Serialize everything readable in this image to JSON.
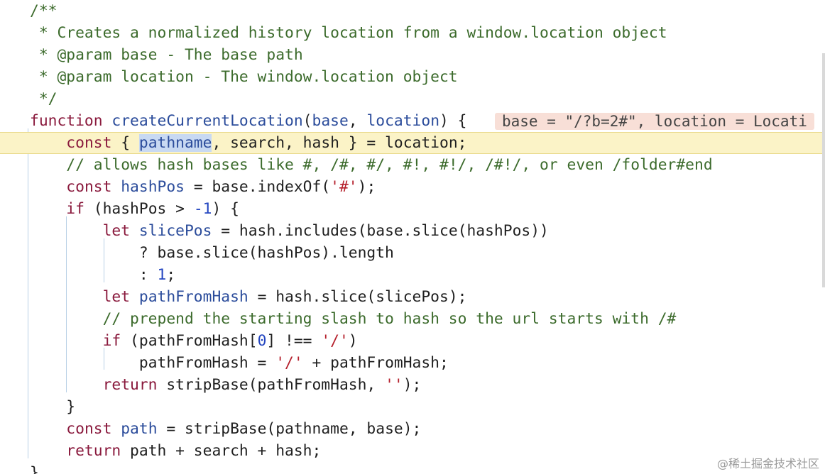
{
  "editor": {
    "lines": [
      [
        {
          "t": "/**",
          "c": "com"
        }
      ],
      [
        {
          "t": " * Creates a normalized history location from a window.location object",
          "c": "com"
        }
      ],
      [
        {
          "t": " * @param base - The base path",
          "c": "com"
        }
      ],
      [
        {
          "t": " * @param location - The window.location object",
          "c": "com"
        }
      ],
      [
        {
          "t": " */",
          "c": "com"
        }
      ],
      [
        {
          "t": "function ",
          "c": "kw"
        },
        {
          "t": "createCurrentLocation",
          "c": "def"
        },
        {
          "t": "(",
          "c": "plain"
        },
        {
          "t": "base",
          "c": "def"
        },
        {
          "t": ", ",
          "c": "plain"
        },
        {
          "t": "location",
          "c": "def"
        },
        {
          "t": ") {",
          "c": "plain"
        }
      ],
      [
        {
          "t": "    ",
          "c": "plain"
        },
        {
          "t": "const",
          "c": "kw"
        },
        {
          "t": " { ",
          "c": "plain"
        },
        {
          "t": "pathname",
          "c": "sel"
        },
        {
          "t": ", search, hash } = location;",
          "c": "plain"
        }
      ],
      [
        {
          "t": "    ",
          "c": "plain"
        },
        {
          "t": "// allows hash bases like #, /#, #/, #!, #!/, /#!/, or even /folder#end",
          "c": "com"
        }
      ],
      [
        {
          "t": "    ",
          "c": "plain"
        },
        {
          "t": "const ",
          "c": "kw"
        },
        {
          "t": "hashPos",
          "c": "def"
        },
        {
          "t": " = base.indexOf(",
          "c": "plain"
        },
        {
          "t": "'#'",
          "c": "str"
        },
        {
          "t": ");",
          "c": "plain"
        }
      ],
      [
        {
          "t": "    ",
          "c": "plain"
        },
        {
          "t": "if",
          "c": "kw"
        },
        {
          "t": " (hashPos > ",
          "c": "plain"
        },
        {
          "t": "-1",
          "c": "num"
        },
        {
          "t": ") {",
          "c": "plain"
        }
      ],
      [
        {
          "t": "        ",
          "c": "plain"
        },
        {
          "t": "let ",
          "c": "kw"
        },
        {
          "t": "slicePos",
          "c": "def"
        },
        {
          "t": " = hash.includes(base.slice(hashPos))",
          "c": "plain"
        }
      ],
      [
        {
          "t": "            ? base.slice(hashPos).length",
          "c": "plain"
        }
      ],
      [
        {
          "t": "            : ",
          "c": "plain"
        },
        {
          "t": "1",
          "c": "num"
        },
        {
          "t": ";",
          "c": "plain"
        }
      ],
      [
        {
          "t": "        ",
          "c": "plain"
        },
        {
          "t": "let ",
          "c": "kw"
        },
        {
          "t": "pathFromHash",
          "c": "def"
        },
        {
          "t": " = hash.slice(slicePos);",
          "c": "plain"
        }
      ],
      [
        {
          "t": "        ",
          "c": "plain"
        },
        {
          "t": "// prepend the starting slash to hash so the url starts with /#",
          "c": "com"
        }
      ],
      [
        {
          "t": "        ",
          "c": "plain"
        },
        {
          "t": "if",
          "c": "kw"
        },
        {
          "t": " (pathFromHash[",
          "c": "plain"
        },
        {
          "t": "0",
          "c": "num"
        },
        {
          "t": "] !== ",
          "c": "plain"
        },
        {
          "t": "'/'",
          "c": "str"
        },
        {
          "t": ")",
          "c": "plain"
        }
      ],
      [
        {
          "t": "            pathFromHash = ",
          "c": "plain"
        },
        {
          "t": "'/'",
          "c": "str"
        },
        {
          "t": " + pathFromHash;",
          "c": "plain"
        }
      ],
      [
        {
          "t": "        ",
          "c": "plain"
        },
        {
          "t": "return",
          "c": "kw"
        },
        {
          "t": " stripBase(pathFromHash, ",
          "c": "plain"
        },
        {
          "t": "''",
          "c": "str"
        },
        {
          "t": ");",
          "c": "plain"
        }
      ],
      [
        {
          "t": "    }",
          "c": "plain"
        }
      ],
      [
        {
          "t": "    ",
          "c": "plain"
        },
        {
          "t": "const ",
          "c": "kw"
        },
        {
          "t": "path",
          "c": "def"
        },
        {
          "t": " = stripBase(pathname, base);",
          "c": "plain"
        }
      ],
      [
        {
          "t": "    ",
          "c": "plain"
        },
        {
          "t": "return",
          "c": "kw"
        },
        {
          "t": " path + search + hash;",
          "c": "plain"
        }
      ],
      [
        {
          "t": "}",
          "c": "plain"
        }
      ]
    ],
    "current_line_index": 6,
    "inlay_line_index": 5,
    "inlay_text": "base = \"/?b=2#\", location = Locati"
  },
  "watermark": "@稀土掘金技术社区",
  "colors": {
    "keyword": "#8a1a3d",
    "definition": "#2b4c9b",
    "comment": "#3c6b2c",
    "string": "#b5202c",
    "number": "#2446c0",
    "current_line_bg": "#fbf3c7",
    "inlay_bg": "#f8dfd7"
  }
}
